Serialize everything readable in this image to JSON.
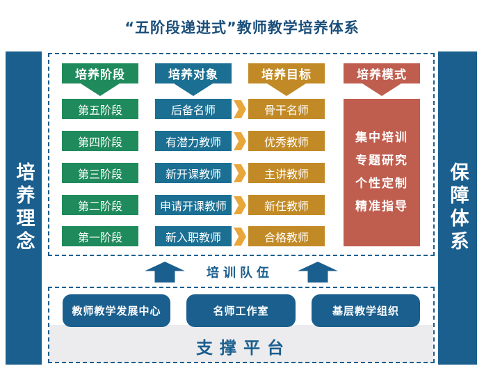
{
  "title": "“五阶段递进式”教师教学培养体系",
  "left_sidebar": "培养理念",
  "right_sidebar": "保障体系",
  "columns": {
    "stage": {
      "header": "培养阶段",
      "items": [
        "第五阶段",
        "第四阶段",
        "第三阶段",
        "第二阶段",
        "第一阶段"
      ]
    },
    "target": {
      "header": "培养对象",
      "items": [
        "后备名师",
        "有潜力教师",
        "新开课教师",
        "申请开课教师",
        "新入职教师"
      ]
    },
    "goal": {
      "header": "培养目标",
      "items": [
        "骨干名师",
        "优秀教师",
        "主讲教师",
        "新任教师",
        "合格教师"
      ]
    },
    "mode": {
      "header": "培养模式",
      "items": [
        "集中培训",
        "专题研究",
        "个性定制",
        "精准指导"
      ]
    }
  },
  "team_label": "培训队伍",
  "platform": {
    "label": "支撑平台",
    "items": [
      "教师教学发展中心",
      "名师工作室",
      "基层教学组织"
    ]
  },
  "colors": {
    "stage": "#1f8a5b",
    "target": "#1a6f93",
    "goal": "#c28a26",
    "mode": "#bf5e4f",
    "frame": "#1b5f8e"
  }
}
